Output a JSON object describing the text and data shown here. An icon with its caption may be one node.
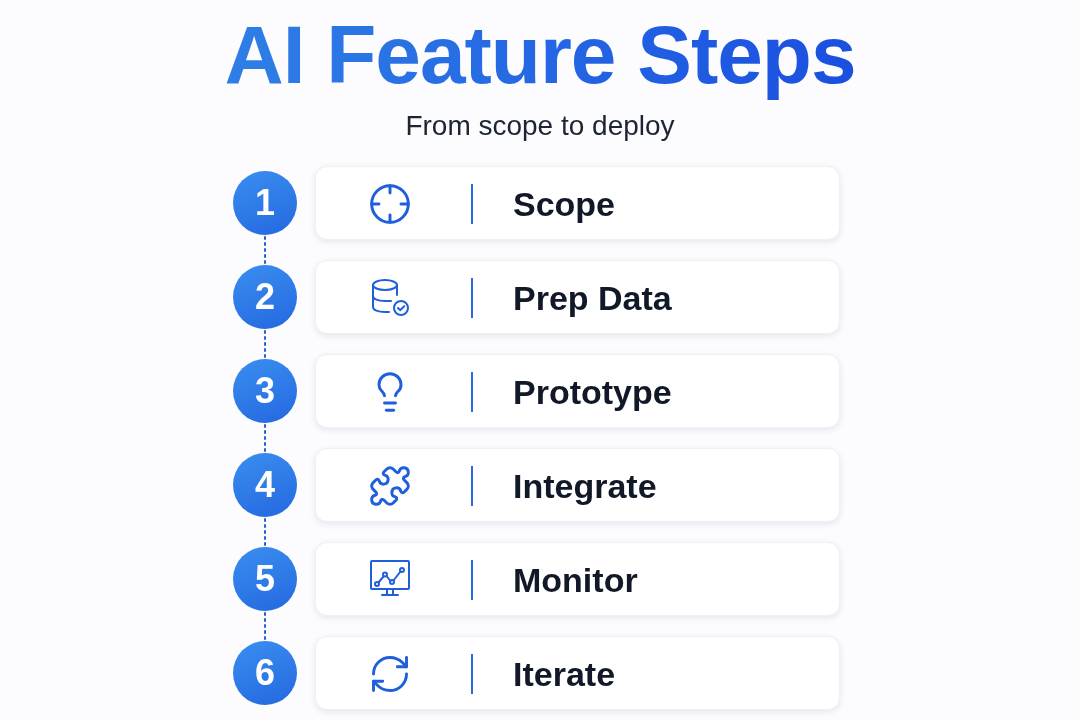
{
  "diagram": {
    "title": "AI Feature Steps",
    "caption": "From scope to deploy",
    "nodes": [
      {
        "text": [
          "1"
        ]
      },
      {
        "text": [
          "Scope"
        ]
      },
      {
        "text": [
          "2"
        ]
      },
      {
        "text": [
          "Prep Data"
        ]
      },
      {
        "text": [
          "3"
        ]
      },
      {
        "text": [
          "Prototype"
        ]
      },
      {
        "text": [
          "4"
        ]
      },
      {
        "text": [
          "Integrate"
        ]
      },
      {
        "text": [
          "5"
        ]
      },
      {
        "text": [
          "Monitor"
        ]
      },
      {
        "text": [
          "6"
        ]
      },
      {
        "text": [
          "Iterate"
        ]
      }
    ],
    "edges": [
      {
        "from": 0,
        "to": 2,
        "arrow": "none"
      },
      {
        "from": 2,
        "to": 4,
        "arrow": "none"
      },
      {
        "from": 4,
        "to": 6,
        "arrow": "none"
      },
      {
        "from": 6,
        "to": 8,
        "arrow": "none"
      },
      {
        "from": 8,
        "to": 10,
        "arrow": "none"
      }
    ]
  }
}
